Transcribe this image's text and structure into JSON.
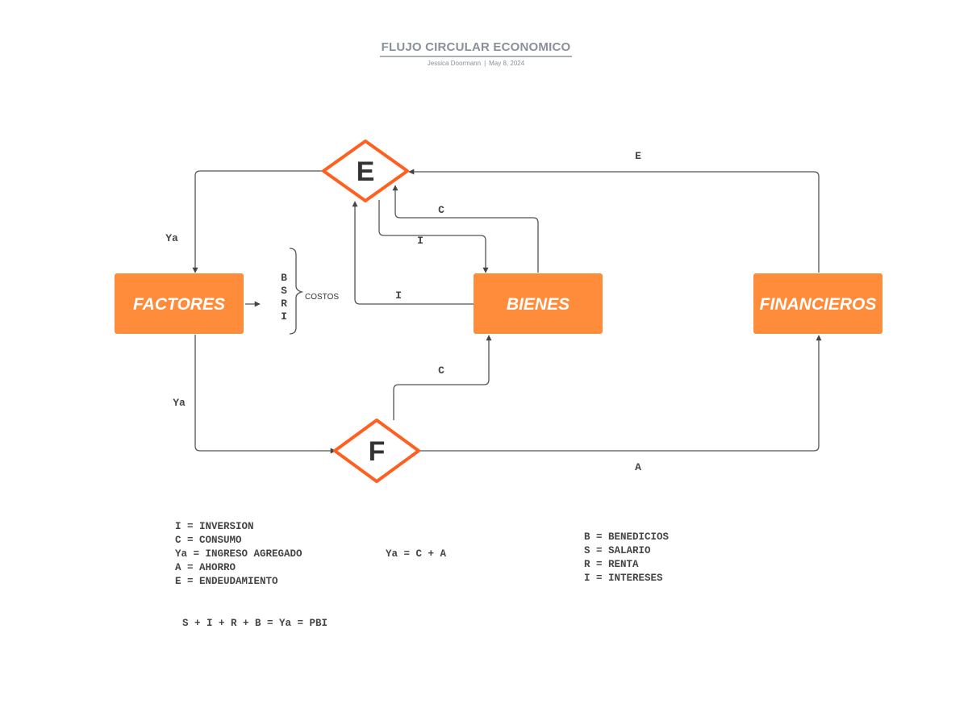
{
  "header": {
    "title": "FLUJO CIRCULAR ECONOMICO",
    "author": "Jessica Doormann",
    "separator": "|",
    "date": "May 8, 2024"
  },
  "nodes": {
    "factores": "FACTORES",
    "bienes": "BIENES",
    "financieros": "FINANCIEROS",
    "diamond_e": "E",
    "diamond_f": "F"
  },
  "edge_labels": {
    "e_top": "E",
    "ya_top": "Ya",
    "c_upper": "C",
    "i_upper": "I",
    "i_middle": "I",
    "ya_bottom": "Ya",
    "c_lower": "C",
    "a_bottom": "A"
  },
  "costs": {
    "letters": [
      "B",
      "S",
      "R",
      "I"
    ],
    "label": "COSTOS"
  },
  "legend_left": [
    "I = INVERSION",
    "C = CONSUMO",
    "Ya = INGRESO AGREGADO",
    "A = AHORRO",
    "E = ENDEUDAMIENTO"
  ],
  "equation_middle": "Ya = C + A",
  "legend_right": [
    "B = BENEDICIOS",
    "S = SALARIO",
    "R = RENTA",
    "I = INTERESES"
  ],
  "equation_bottom": "S + I + R + B = Ya = PBI",
  "colors": {
    "node_fill": "#ff8c3a",
    "diamond_stroke": "#ff5f1f",
    "line": "#555555",
    "header_text": "#8a9099"
  }
}
